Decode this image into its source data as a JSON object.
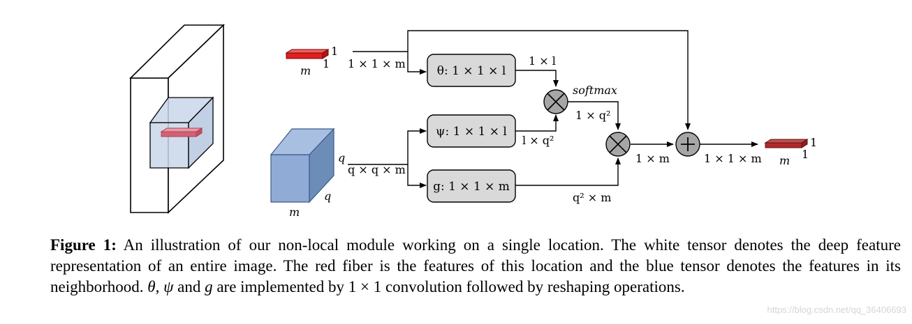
{
  "labels": {
    "red_m": "m",
    "red_1_right": "1",
    "red_1_bottom": "1",
    "in_top": "1 × 1 × m",
    "q_side": "q",
    "in_bottom": "q × q × m",
    "blue_q": "q",
    "blue_m": "m",
    "theta_out": "1 × l",
    "softmax": "softmax",
    "softmax_out": "1 × q²",
    "psi_out": "l × q²",
    "g_out": "q² × m",
    "mult2_out": "1 × m",
    "add_out": "1 × 1 × m",
    "out_m": "m",
    "out_1_right": "1",
    "out_1_bottom": "1"
  },
  "boxes": {
    "theta": "θ: 1 × 1 × l",
    "psi": "ψ: 1 × 1 × l",
    "g": "g: 1 × 1 × m"
  },
  "ops": {
    "mult": "⊗",
    "add": "⊕"
  },
  "colors": {
    "red_fiber": "#e02020",
    "blue_tensor": "#8fabd6",
    "box_fill": "#d9d9d9",
    "op_fill": "#a6a6a6",
    "out_fiber": "#b02a2a"
  },
  "caption": {
    "figure_label": "Figure 1:",
    "text_1": " An illustration of our non-local module working on a single location. The white tensor denotes the deep feature representation of an entire image. The red fiber is the features of this location and the blue tensor denotes the features in its neighborhood. ",
    "theta": "θ",
    "comma": ", ",
    "psi": "ψ",
    "and": " and ",
    "g": "g",
    "text_2": " are implemented by 1 × 1 convolution followed by reshaping operations."
  },
  "watermark": "https://blog.csdn.net/qq_36406693"
}
